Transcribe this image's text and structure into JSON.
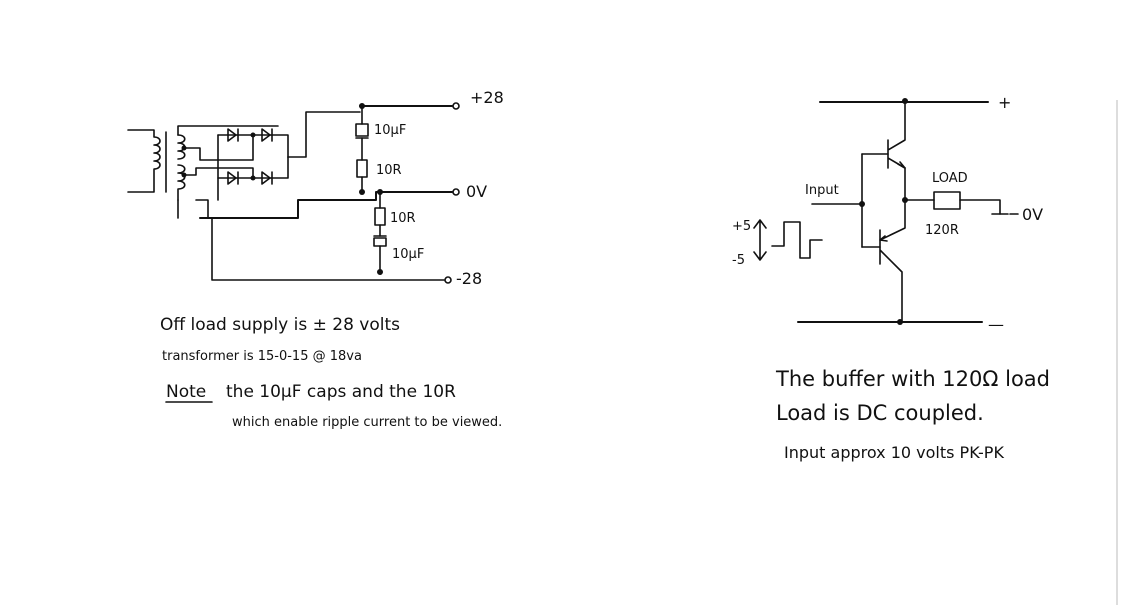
{
  "supply": {
    "rail_pos_label": "+28",
    "rail_zero_label": "0V",
    "rail_neg_label": "-28",
    "cap_top_label": "10µF",
    "res_top_label": "10R",
    "res_bottom_label": "10R",
    "cap_bottom_label": "10µF"
  },
  "notes_left": {
    "line1": "Off load supply is ± 28 volts",
    "line2": "transformer is 15-0-15 @ 18va",
    "note_word": "Note",
    "line3": "the 10µF caps and the 10R",
    "line4": "which enable ripple current to be viewed."
  },
  "buffer": {
    "plus_label": "+",
    "minus_label": "—",
    "input_label": "Input",
    "load_label": "LOAD",
    "load_value": "120R",
    "ground_label": "0V",
    "wave_high": "+5",
    "wave_low": "-5"
  },
  "notes_right": {
    "line1": "The buffer with 120Ω load",
    "line2": "Load is DC coupled.",
    "line3": "Input approx 10 volts PK-PK"
  }
}
